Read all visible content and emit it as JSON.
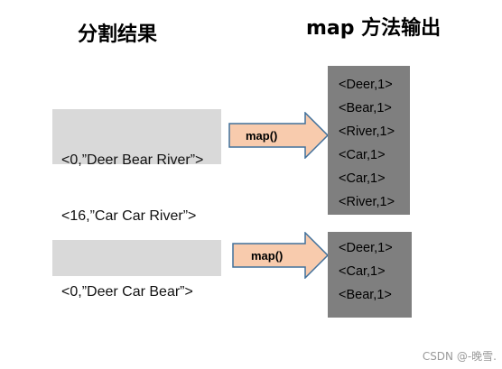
{
  "headings": {
    "split": "分割结果",
    "map": "map 方法输出"
  },
  "groups": [
    {
      "inputs": [
        "<0,”Deer Bear River”>",
        "<16,”Car Car River”>"
      ],
      "arrow_label": "map()",
      "outputs": [
        "<Deer,1>",
        "<Bear,1>",
        "<River,1>",
        "<Car,1>",
        "<Car,1>",
        "<River,1>"
      ]
    },
    {
      "inputs": [
        "<0,”Deer Car Bear”>"
      ],
      "arrow_label": "map()",
      "outputs": [
        "<Deer,1>",
        "<Car,1>",
        "<Bear,1>"
      ]
    }
  ],
  "colors": {
    "input_box": "#d9d9d9",
    "output_box": "#7f7f7f",
    "arrow_fill": "#f8cbad",
    "arrow_stroke": "#41719c"
  },
  "watermark": "CSDN @-晚雪."
}
